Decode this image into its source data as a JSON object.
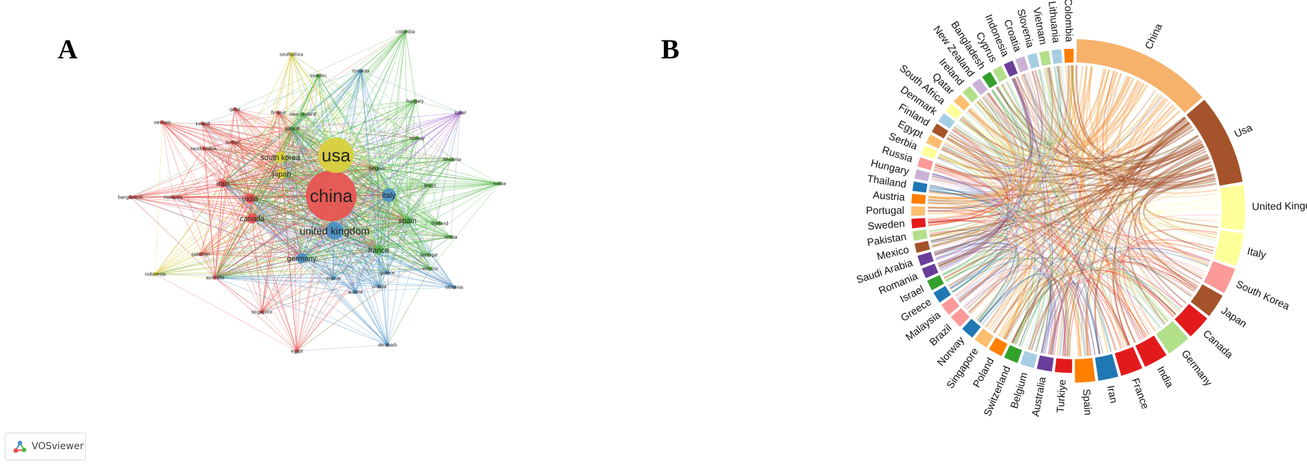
{
  "panels": {
    "a_label": "A",
    "b_label": "B"
  },
  "badge": {
    "label": "VOSviewer",
    "icon": "vosviewer-logo-icon"
  },
  "colors": {
    "red_cluster": "#e8524f",
    "green_cluster": "#55b848",
    "blue_cluster": "#4a90c8",
    "yellow_cluster": "#d9cf3a",
    "purple_cluster": "#a566d6"
  },
  "network": {
    "nodes": [
      {
        "id": "china",
        "label": "china",
        "cluster": "red",
        "weight": 10
      },
      {
        "id": "usa",
        "label": "usa",
        "cluster": "yellow",
        "weight": 7
      },
      {
        "id": "uk",
        "label": "united kingdom",
        "cluster": "blue",
        "weight": 3.5
      },
      {
        "id": "italy",
        "label": "italy",
        "cluster": "blue",
        "weight": 2.7
      },
      {
        "id": "southkorea",
        "label": "south korea",
        "cluster": "yellow",
        "weight": 2.2
      },
      {
        "id": "japan",
        "label": "japan",
        "cluster": "yellow",
        "weight": 2
      },
      {
        "id": "india",
        "label": "india",
        "cluster": "red",
        "weight": 2
      },
      {
        "id": "canada",
        "label": "canada",
        "cluster": "red",
        "weight": 2
      },
      {
        "id": "germany",
        "label": "germany",
        "cluster": "blue",
        "weight": 2
      },
      {
        "id": "france",
        "label": "france",
        "cluster": "green",
        "weight": 1.8
      },
      {
        "id": "spain",
        "label": "spain",
        "cluster": "green",
        "weight": 1.6
      },
      {
        "id": "iran",
        "label": "iran",
        "cluster": "red",
        "weight": 1.6
      },
      {
        "id": "poland",
        "label": "poland",
        "cluster": "green",
        "weight": 1.4
      },
      {
        "id": "turkiye",
        "label": "turkiye",
        "cluster": "red",
        "weight": 1.4
      },
      {
        "id": "belgium",
        "label": "belgium",
        "cluster": "green",
        "weight": 1.3
      },
      {
        "id": "brazil",
        "label": "brazil",
        "cluster": "green",
        "weight": 1.2
      },
      {
        "id": "australia",
        "label": "australia",
        "cluster": "red",
        "weight": 1.4
      },
      {
        "id": "singapore",
        "label": "singapore",
        "cluster": "red",
        "weight": 1.2
      },
      {
        "id": "greece",
        "label": "greece",
        "cluster": "blue",
        "weight": 1.1
      },
      {
        "id": "norway",
        "label": "norway",
        "cluster": "green",
        "weight": 1.1
      },
      {
        "id": "portugal",
        "label": "portugal",
        "cluster": "green",
        "weight": 1
      },
      {
        "id": "mexico",
        "label": "mexico",
        "cluster": "green",
        "weight": 1
      },
      {
        "id": "pakistan",
        "label": "pakistan",
        "cluster": "red",
        "weight": 1
      },
      {
        "id": "malaysia",
        "label": "malaysia",
        "cluster": "red",
        "weight": 1
      },
      {
        "id": "saudiarabia",
        "label": "saudi arabia",
        "cluster": "red",
        "weight": 1
      },
      {
        "id": "vietnam",
        "label": "vietnam",
        "cluster": "red",
        "weight": 0.9
      },
      {
        "id": "ireland",
        "label": "ireland",
        "cluster": "red",
        "weight": 0.9
      },
      {
        "id": "qatar",
        "label": "qatar",
        "cluster": "red",
        "weight": 0.9
      },
      {
        "id": "finland",
        "label": "finland",
        "cluster": "red",
        "weight": 0.9
      },
      {
        "id": "newzealand",
        "label": "new zealand",
        "cluster": "green",
        "weight": 0.9
      },
      {
        "id": "bangladesh",
        "label": "bangladesh",
        "cluster": "red",
        "weight": 0.9
      },
      {
        "id": "indonesia",
        "label": "indonesia",
        "cluster": "yellow",
        "weight": 0.8
      },
      {
        "id": "egypt",
        "label": "egypt",
        "cluster": "red",
        "weight": 0.9
      },
      {
        "id": "denmark",
        "label": "denmark",
        "cluster": "blue",
        "weight": 0.9
      },
      {
        "id": "austria",
        "label": "austria",
        "cluster": "blue",
        "weight": 0.9
      },
      {
        "id": "croatia",
        "label": "croatia",
        "cluster": "blue",
        "weight": 0.9
      },
      {
        "id": "cyprus",
        "label": "cyprus",
        "cluster": "blue",
        "weight": 0.9
      },
      {
        "id": "slovenia",
        "label": "slovenia",
        "cluster": "blue",
        "weight": 0.9
      },
      {
        "id": "thailand",
        "label": "thailand",
        "cluster": "green",
        "weight": 0.9
      },
      {
        "id": "serbia",
        "label": "serbia",
        "cluster": "green",
        "weight": 0.9
      },
      {
        "id": "lithuania",
        "label": "lithuania",
        "cluster": "green",
        "weight": 0.8
      },
      {
        "id": "russia",
        "label": "russia",
        "cluster": "green",
        "weight": 0.8
      },
      {
        "id": "hungary",
        "label": "hungary",
        "cluster": "green",
        "weight": 0.9
      },
      {
        "id": "israel",
        "label": "israel",
        "cluster": "purple",
        "weight": 0.8
      },
      {
        "id": "colombia",
        "label": "colombia",
        "cluster": "green",
        "weight": 0.8
      },
      {
        "id": "sweden",
        "label": "sweden",
        "cluster": "green",
        "weight": 0.9
      },
      {
        "id": "romania",
        "label": "romania",
        "cluster": "blue",
        "weight": 0.9
      },
      {
        "id": "southafrica",
        "label": "southafrica",
        "cluster": "yellow",
        "weight": 0.8
      }
    ]
  },
  "chord": {
    "countries": [
      {
        "name": "China",
        "color": "#f6b26b",
        "weight": 14
      },
      {
        "name": "Usa",
        "color": "#a5532a",
        "weight": 9
      },
      {
        "name": "United Kingdom",
        "color": "#ffff99",
        "weight": 4.5
      },
      {
        "name": "Italy",
        "color": "#ffff99",
        "weight": 3.3
      },
      {
        "name": "South Korea",
        "color": "#fb9a99",
        "weight": 2.6
      },
      {
        "name": "Japan",
        "color": "#a5532a",
        "weight": 2.4
      },
      {
        "name": "Canada",
        "color": "#e31a1c",
        "weight": 2.4
      },
      {
        "name": "Germany",
        "color": "#b2df8a",
        "weight": 2.4
      },
      {
        "name": "India",
        "color": "#e31a1c",
        "weight": 2.4
      },
      {
        "name": "France",
        "color": "#e31a1c",
        "weight": 2.2
      },
      {
        "name": "Iran",
        "color": "#1f78b4",
        "weight": 2
      },
      {
        "name": "Spain",
        "color": "#ff7f00",
        "weight": 2
      },
      {
        "name": "Turkiye",
        "color": "#e31a1c",
        "weight": 1.8
      },
      {
        "name": "Australia",
        "color": "#6a3d9a",
        "weight": 1.6
      },
      {
        "name": "Belgium",
        "color": "#a6cee3",
        "weight": 1.5
      },
      {
        "name": "Switzerland",
        "color": "#33a02c",
        "weight": 1.5
      },
      {
        "name": "Poland",
        "color": "#ff7f00",
        "weight": 1.5
      },
      {
        "name": "Singapore",
        "color": "#fdbf6f",
        "weight": 1.5
      },
      {
        "name": "Norway",
        "color": "#1f78b4",
        "weight": 1.4
      },
      {
        "name": "Brazil",
        "color": "#fb9a99",
        "weight": 1.4
      },
      {
        "name": "Malaysia",
        "color": "#fb9a99",
        "weight": 1.3
      },
      {
        "name": "Greece",
        "color": "#1f78b4",
        "weight": 1.2
      },
      {
        "name": "Israel",
        "color": "#33a02c",
        "weight": 1.1
      },
      {
        "name": "Romania",
        "color": "#6a3d9a",
        "weight": 1.1
      },
      {
        "name": "Saudi Arabia",
        "color": "#6a3d9a",
        "weight": 1.1
      },
      {
        "name": "Mexico",
        "color": "#a5532a",
        "weight": 1
      },
      {
        "name": "Pakistan",
        "color": "#b2df8a",
        "weight": 1
      },
      {
        "name": "Sweden",
        "color": "#e31a1c",
        "weight": 1
      },
      {
        "name": "Portugal",
        "color": "#fdbf6f",
        "weight": 1
      },
      {
        "name": "Austria",
        "color": "#ff7f00",
        "weight": 1
      },
      {
        "name": "Thailand",
        "color": "#1f78b4",
        "weight": 1
      },
      {
        "name": "Hungary",
        "color": "#cab2d6",
        "weight": 1
      },
      {
        "name": "Russia",
        "color": "#fb9a99",
        "weight": 1
      },
      {
        "name": "Serbia",
        "color": "#ffff99",
        "weight": 1
      },
      {
        "name": "Egypt",
        "color": "#fdbf6f",
        "weight": 1
      },
      {
        "name": "Finland",
        "color": "#a5532a",
        "weight": 1
      },
      {
        "name": "Denmark",
        "color": "#a6cee3",
        "weight": 1
      },
      {
        "name": "South Africa",
        "color": "#ffff99",
        "weight": 1
      },
      {
        "name": "Qatar",
        "color": "#fdbf6f",
        "weight": 1
      },
      {
        "name": "Ireland",
        "color": "#b2df8a",
        "weight": 1
      },
      {
        "name": "New Zealand",
        "color": "#cab2d6",
        "weight": 1
      },
      {
        "name": "Bangladesh",
        "color": "#33a02c",
        "weight": 1
      },
      {
        "name": "Cyprus",
        "color": "#b2df8a",
        "weight": 1
      },
      {
        "name": "Indonesia",
        "color": "#6a3d9a",
        "weight": 1
      },
      {
        "name": "Croatia",
        "color": "#cab2d6",
        "weight": 1
      },
      {
        "name": "Slovenia",
        "color": "#a6cee3",
        "weight": 1
      },
      {
        "name": "Vietnam",
        "color": "#b2df8a",
        "weight": 1
      },
      {
        "name": "Lithuania",
        "color": "#a6cee3",
        "weight": 1
      },
      {
        "name": "Colombia",
        "color": "#ff7f00",
        "weight": 1
      }
    ]
  }
}
